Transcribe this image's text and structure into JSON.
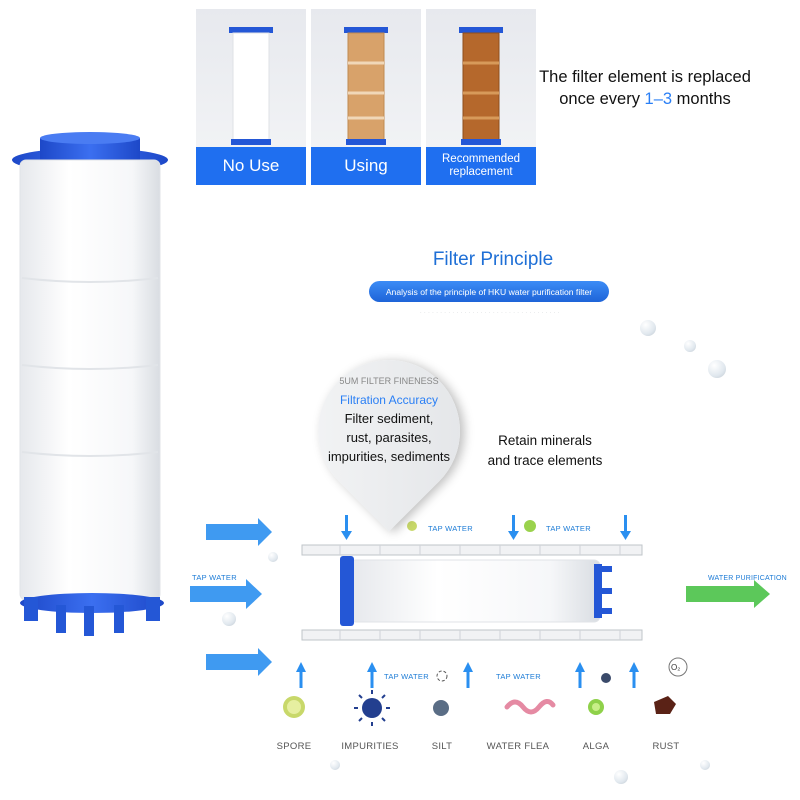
{
  "states": [
    {
      "label": "No Use",
      "fill": "#ffffff"
    },
    {
      "label": "Using",
      "fill": "#d8a26a"
    },
    {
      "label": "Recommended replacement",
      "fill": "#b5682c"
    }
  ],
  "replacement_note": {
    "prefix": "The filter element is replaced once every ",
    "range": "1–3",
    "suffix": " months"
  },
  "principle": {
    "title": "Filter Principle",
    "subtitle": "Analysis of the principle of HKU water purification filter"
  },
  "bubble": {
    "fineness": "5UM FILTER FINENESS",
    "accuracy": "Filtration Accuracy",
    "lines": [
      "Filter sediment,",
      "rust, parasites,",
      "impurities, sediments"
    ]
  },
  "retain": [
    "Retain minerals",
    "and trace elements"
  ],
  "flow_labels": {
    "tap_water": "TAP WATER",
    "water_purification": "WATER PURIFICATION"
  },
  "impurities": [
    "SPORE",
    "IMPURITIES",
    "SILT",
    "WATER FLEA",
    "ALGA",
    "RUST"
  ],
  "colors": {
    "accent": "#1f6ff0",
    "arrow_in": "#2a8ff0",
    "arrow_out": "#5cc85a",
    "cap": "#2457d6"
  }
}
